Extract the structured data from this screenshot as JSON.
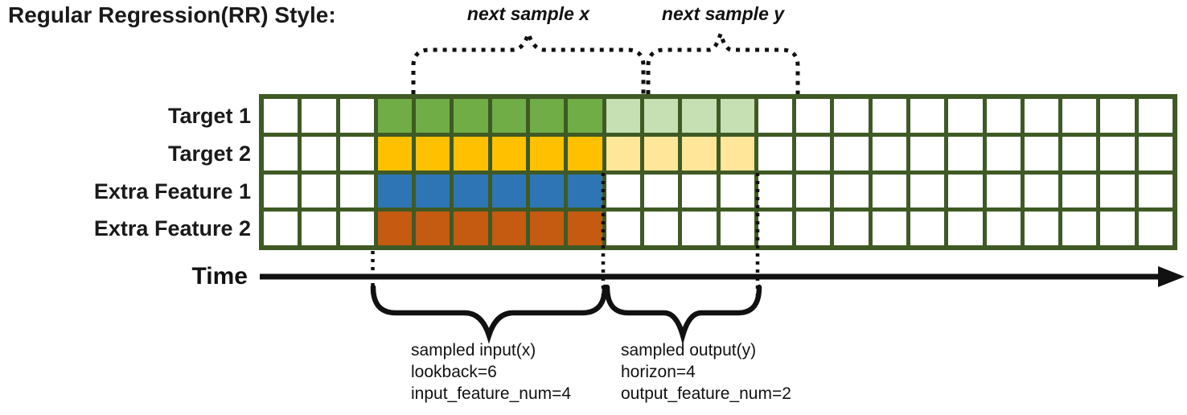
{
  "title": "Regular Regression(RR) Style:",
  "annotations": {
    "next_sample_x": "next sample x",
    "next_sample_y": "next sample y"
  },
  "time_axis": {
    "label": "Time"
  },
  "colors": {
    "grid_border": "#3F5A24",
    "empty_cell": "#FFFFFF",
    "brace_stroke": "#111111"
  },
  "grid": {
    "num_columns": 24,
    "num_rows": 4,
    "input_columns": {
      "start": 4,
      "end": 9
    },
    "output_columns": {
      "start": 10,
      "end": 13
    },
    "rows": [
      {
        "label": "Target 1",
        "input_color": "#70AD47",
        "output_color": "#C6E0B4"
      },
      {
        "label": "Target 2",
        "input_color": "#FFC000",
        "output_color": "#FFE699"
      },
      {
        "label": "Extra Feature 1",
        "input_color": "#2E75B6",
        "output_color": null
      },
      {
        "label": "Extra Feature 2",
        "input_color": "#C55A11",
        "output_color": null
      }
    ]
  },
  "sample_annotations": {
    "input": {
      "lines": [
        "sampled input(x)",
        "lookback=6",
        "input_feature_num=4"
      ]
    },
    "output": {
      "lines": [
        "sampled output(y)",
        "horizon=4",
        "output_feature_num=2"
      ]
    }
  }
}
